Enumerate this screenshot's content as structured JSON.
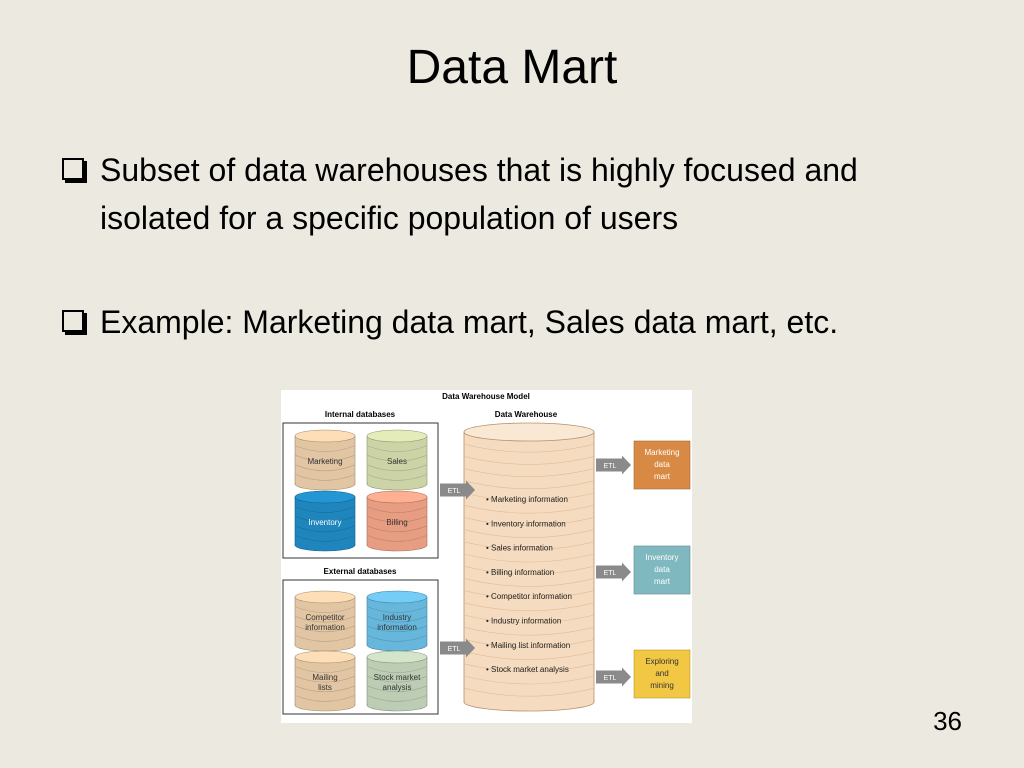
{
  "slide": {
    "title": "Data Mart",
    "bullets": [
      "Subset of data warehouses that is highly focused and isolated for a specific population of users",
      "Example: Marketing data mart, Sales data mart, etc."
    ],
    "page_number": "36"
  },
  "diagram": {
    "title": "Data Warehouse Model",
    "internal_heading": "Internal databases",
    "external_heading": "External databases",
    "warehouse_heading": "Data Warehouse",
    "etl_label": "ETL",
    "internal_dbs": [
      "Marketing",
      "Sales",
      "Inventory",
      "Billing"
    ],
    "external_dbs": [
      [
        "Competitor",
        "information"
      ],
      [
        "Industry",
        "information"
      ],
      [
        "Mailing",
        "lists"
      ],
      [
        "Stock market",
        "analysis"
      ]
    ],
    "warehouse_items": [
      "• Marketing information",
      "• Inventory information",
      "• Sales information",
      "• Billing information",
      "• Competitor information",
      "• Industry information",
      "• Mailing list information",
      "• Stock market analysis"
    ],
    "marts": [
      [
        "Marketing",
        "data",
        "mart"
      ],
      [
        "Inventory",
        "data",
        "mart"
      ],
      [
        "Exploring",
        "and",
        "mining"
      ]
    ],
    "colors": {
      "tan": "#e2c6a3",
      "sage": "#ccd3a6",
      "blue": "#1f86bd",
      "salmon": "#e79d82",
      "lightblue": "#67b7dc",
      "sagegreen": "#bccdb4",
      "mart_orange": "#d88a45",
      "mart_teal": "#7fb8bf",
      "mart_yellow": "#f2c744",
      "arrow_gray": "#8a8a8a"
    }
  }
}
